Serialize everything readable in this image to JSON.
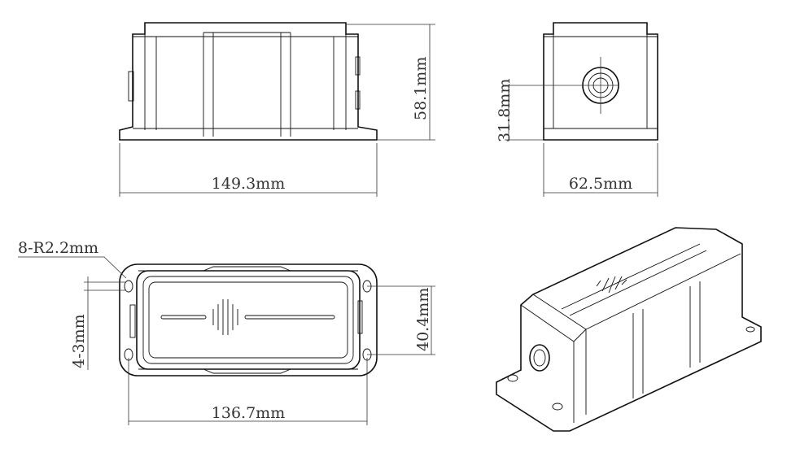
{
  "title": "Enclosure dimension drawing",
  "views": [
    "front-view",
    "side-view",
    "top-view",
    "isometric-view"
  ],
  "dimensions": {
    "height": "58.1mm",
    "length": "149.3mm",
    "port_height": "31.8mm",
    "width": "62.5mm",
    "corner_radius": "8-R2.2mm",
    "mount_holes": "4-3mm",
    "hole_spacing_y": "40.4mm",
    "hole_spacing_x": "136.7mm"
  }
}
